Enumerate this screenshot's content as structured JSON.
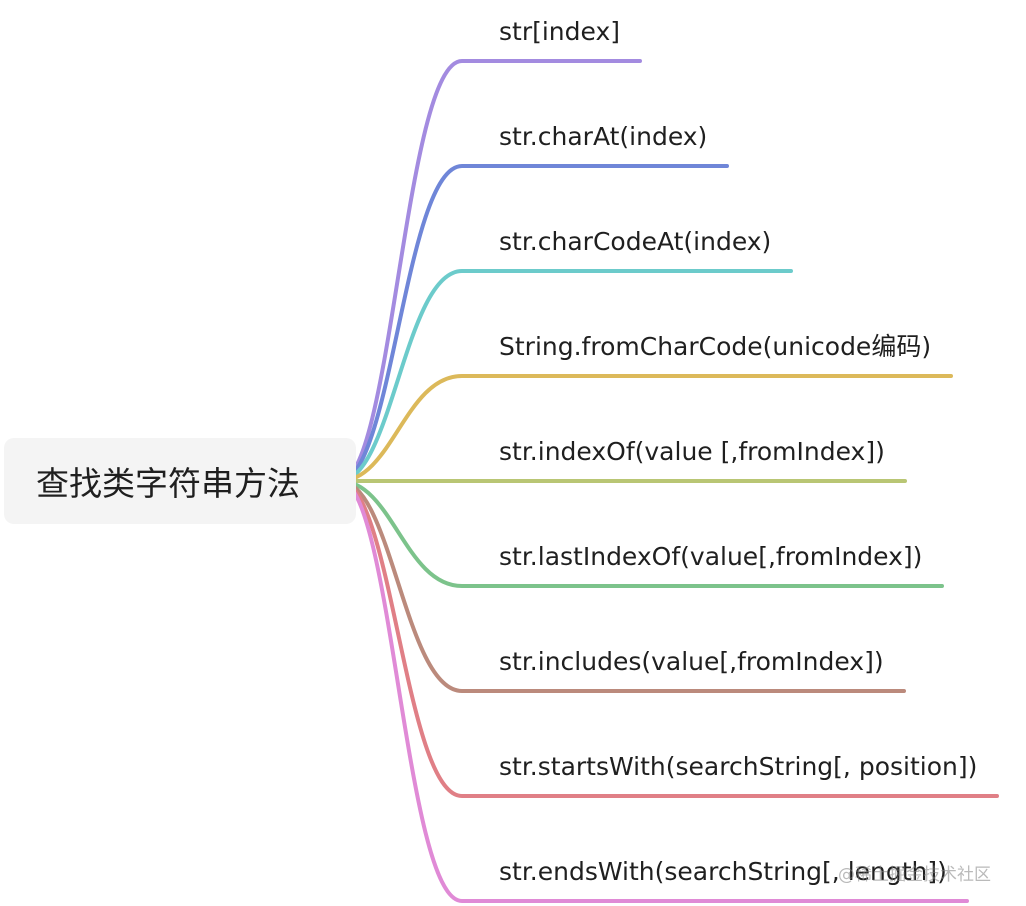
{
  "mindmap": {
    "root": {
      "label": "查找类字符串方法"
    },
    "branches": [
      {
        "label": "str[index]",
        "color": "#a38be0"
      },
      {
        "label": "str.charAt(index)",
        "color": "#6f86d8"
      },
      {
        "label": "str.charCodeAt(index)",
        "color": "#6ccbcb"
      },
      {
        "label": "String.fromCharCode(unicode编码)",
        "color": "#dcb95a"
      },
      {
        "label": "str.indexOf(value [,fromIndex])",
        "color": "#b9c674"
      },
      {
        "label": "str.lastIndexOf(value[,fromIndex])",
        "color": "#7cc38b"
      },
      {
        "label": "str.includes(value[,fromIndex])",
        "color": "#bb8a7c"
      },
      {
        "label": "str.startsWith(searchString[, position])",
        "color": "#e07f86"
      },
      {
        "label": "str.endsWith(searchString[, length])",
        "color": "#e08ad6"
      }
    ]
  },
  "watermark": {
    "text": "@稀土掘金技术社区"
  }
}
